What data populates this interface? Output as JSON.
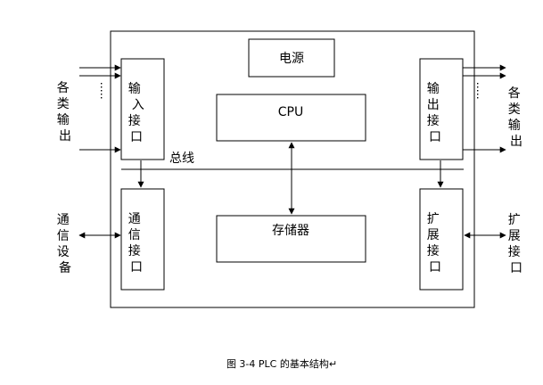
{
  "power": "电源",
  "cpu": "CPU",
  "memory": "存储器",
  "bus": "总线",
  "input_interface": "输入接口",
  "output_interface": "输出接口",
  "comm_interface": "通信接口",
  "expansion_interface": "扩展接口",
  "left_top_label": "各类输出",
  "right_top_label": "各类输出",
  "left_bottom_label": "通信设备",
  "right_bottom_label": "扩展接口",
  "caption": "图 3-4  PLC 的基本结构↵"
}
